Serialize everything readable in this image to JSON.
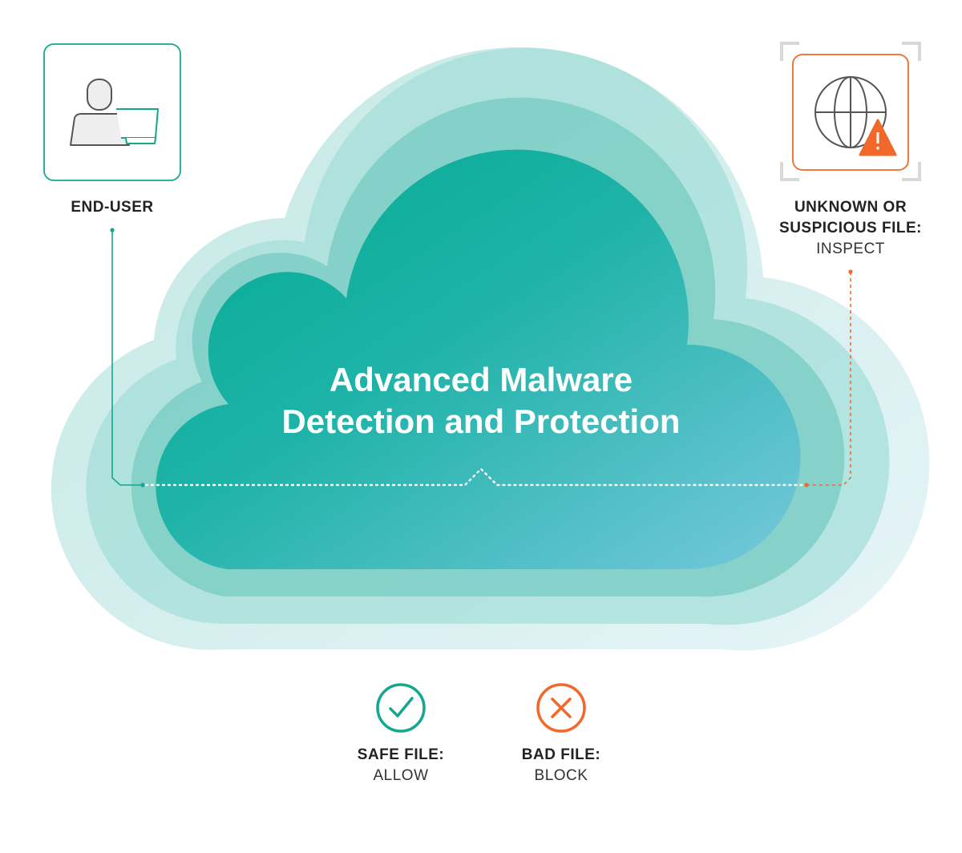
{
  "title": {
    "line1": "Advanced Malware",
    "line2": "Detection and Protection"
  },
  "end_user": {
    "label": "END-USER",
    "icon": "user-laptop-icon"
  },
  "suspicious": {
    "label_line1": "UNKNOWN OR",
    "label_line2": "SUSPICIOUS FILE:",
    "action": "INSPECT",
    "icon": "globe-warning-icon"
  },
  "safe": {
    "label": "SAFE FILE:",
    "action": "ALLOW",
    "icon": "check-circle-icon"
  },
  "bad": {
    "label": "BAD FILE:",
    "action": "BLOCK",
    "icon": "x-circle-icon"
  },
  "colors": {
    "teal": "#12a88f",
    "orange": "#f2672a",
    "cloud_dark": "#0aae98",
    "cloud_light": "#6cc6d8"
  }
}
